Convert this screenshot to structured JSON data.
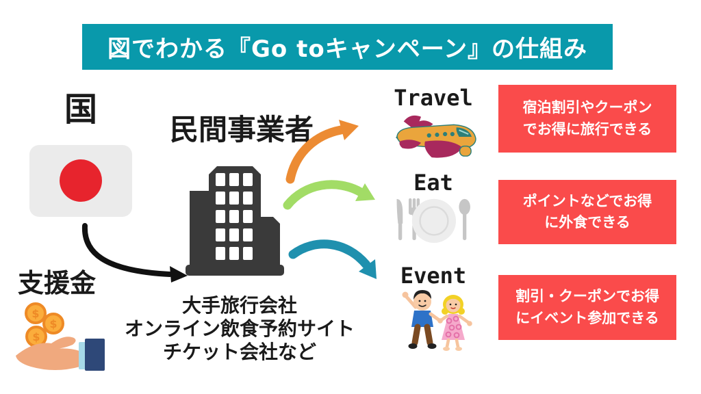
{
  "title": "図でわかる『Go toキャンペーン』の仕組み",
  "government": {
    "label": "国",
    "subsidy_label": "支援金"
  },
  "operator": {
    "label": "民間事業者",
    "examples": [
      "大手旅行会社",
      "オンライン飲食予約サイト",
      "チケット会社など"
    ]
  },
  "categories": [
    {
      "label": "Travel",
      "icon": "airplane-icon",
      "benefit_lines": [
        "宿泊割引やクーポン",
        "でお得に旅行できる"
      ]
    },
    {
      "label": "Eat",
      "icon": "meal-icon",
      "benefit_lines": [
        "ポイントなどでお得",
        "に外食できる"
      ]
    },
    {
      "label": "Event",
      "icon": "children-icon",
      "benefit_lines": [
        "割引・クーポンでお得",
        "にイベント参加できる"
      ]
    }
  ],
  "icons": {
    "flag": "japan-flag-icon",
    "subsidy": "hand-coins-icon",
    "operator": "building-icon"
  },
  "colors": {
    "banner_bg": "#0999AB",
    "banner_text": "#FFFFFF",
    "benefit_box_bg": "#FA4B4B",
    "benefit_box_text": "#FFFFFF",
    "flag_bg": "#EBEBEB",
    "flag_circle": "#E7242D",
    "arrow_subsidy": "#111111",
    "arrow_travel": "#EC8B33",
    "arrow_eat": "#A2DC66",
    "arrow_event": "#1F90AE",
    "building": "#3A3A3A",
    "text": "#1A1A1A"
  }
}
